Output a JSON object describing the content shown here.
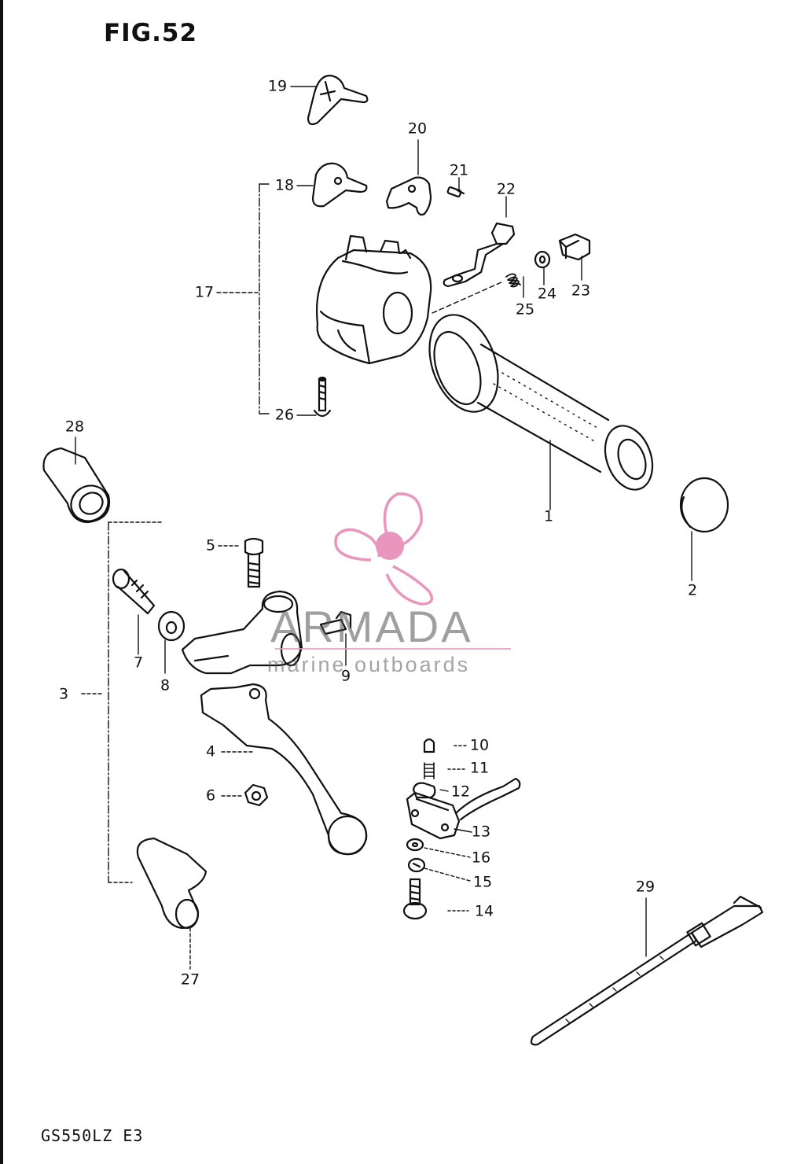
{
  "figure": {
    "title": "FIG.52",
    "model_code": "GS550LZ  E3"
  },
  "watermark": {
    "brand": "ARMADA",
    "tagline": "marine outboards",
    "accent_color": "#e996be"
  },
  "callouts": {
    "c1": "1",
    "c2": "2",
    "c3": "3",
    "c4": "4",
    "c5": "5",
    "c6": "6",
    "c7": "7",
    "c8": "8",
    "c9": "9",
    "c10": "10",
    "c11": "11",
    "c12": "12",
    "c13": "13",
    "c14": "14",
    "c15": "15",
    "c16": "16",
    "c17": "17",
    "c18": "18",
    "c19": "19",
    "c20": "20",
    "c21": "21",
    "c22": "22",
    "c23": "23",
    "c24": "24",
    "c25": "25",
    "c26": "26",
    "c27": "27",
    "c28": "28",
    "c29": "29"
  }
}
